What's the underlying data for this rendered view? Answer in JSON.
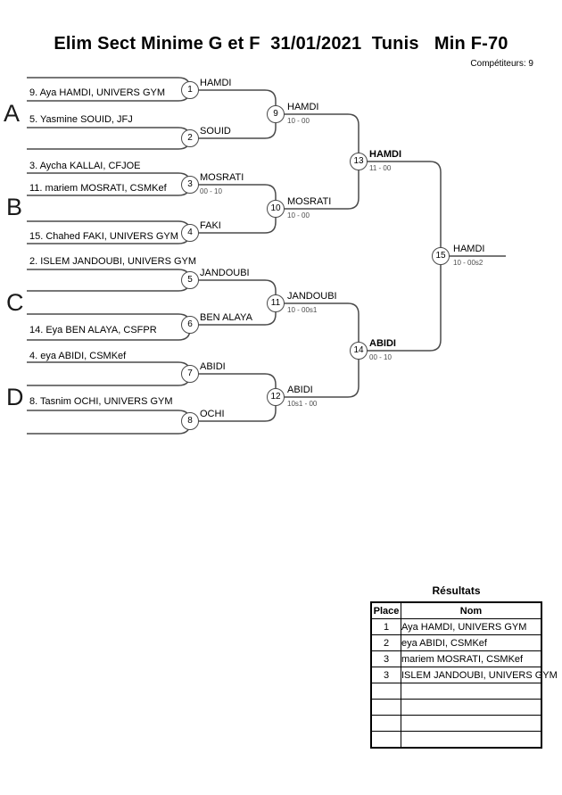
{
  "header": {
    "title": "Elim Sect Minime G et F  31/01/2021  Tunis   Min F-70",
    "competitors_label": "Compétiteurs: 9"
  },
  "bracket": {
    "sections": [
      {
        "label": "A"
      },
      {
        "label": "B"
      },
      {
        "label": "C"
      },
      {
        "label": "D"
      }
    ],
    "entries": [
      {
        "name": "9. Aya HAMDI, UNIVERS GYM"
      },
      {
        "name": "5. Yasmine SOUID, JFJ"
      },
      {
        "name": "3. Aycha KALLAI, CFJOE"
      },
      {
        "name": "11. mariem MOSRATI, CSMKef"
      },
      {
        "name": "15. Chahed FAKI, UNIVERS GYM"
      },
      {
        "name": "2. ISLEM JANDOUBI, UNIVERS GYM"
      },
      {
        "name": "14. Eya BEN ALAYA, CSFPR"
      },
      {
        "name": "4. eya ABIDI, CSMKef"
      },
      {
        "name": "8. Tasnim OCHI, UNIVERS GYM"
      }
    ],
    "matches": [
      {
        "num": "1",
        "winner": "HAMDI",
        "score": ""
      },
      {
        "num": "2",
        "winner": "SOUID",
        "score": ""
      },
      {
        "num": "3",
        "winner": "MOSRATI",
        "score": "00 - 10"
      },
      {
        "num": "4",
        "winner": "FAKI",
        "score": ""
      },
      {
        "num": "5",
        "winner": "JANDOUBI",
        "score": ""
      },
      {
        "num": "6",
        "winner": "BEN ALAYA",
        "score": ""
      },
      {
        "num": "7",
        "winner": "ABIDI",
        "score": ""
      },
      {
        "num": "8",
        "winner": "OCHI",
        "score": ""
      },
      {
        "num": "9",
        "winner": "HAMDI",
        "score": "10 - 00"
      },
      {
        "num": "10",
        "winner": "MOSRATI",
        "score": "10 - 00"
      },
      {
        "num": "11",
        "winner": "JANDOUBI",
        "score": "10 - 00s1"
      },
      {
        "num": "12",
        "winner": "ABIDI",
        "score": "10s1 - 00"
      },
      {
        "num": "13",
        "winner": "HAMDI",
        "score": "11 - 00"
      },
      {
        "num": "14",
        "winner": "ABIDI",
        "score": "00 - 10"
      },
      {
        "num": "15",
        "winner": "HAMDI",
        "score": "10 - 00s2"
      }
    ]
  },
  "results": {
    "title": "Résultats",
    "columns": [
      "Place",
      "Nom"
    ],
    "rows": [
      {
        "place": "1",
        "name": "Aya HAMDI, UNIVERS GYM"
      },
      {
        "place": "2",
        "name": "eya ABIDI, CSMKef"
      },
      {
        "place": "3",
        "name": "mariem MOSRATI, CSMKef"
      },
      {
        "place": "3",
        "name": "ISLEM JANDOUBI, UNIVERS GYM"
      },
      {
        "place": "",
        "name": ""
      },
      {
        "place": "",
        "name": ""
      },
      {
        "place": "",
        "name": ""
      },
      {
        "place": "",
        "name": ""
      }
    ]
  }
}
